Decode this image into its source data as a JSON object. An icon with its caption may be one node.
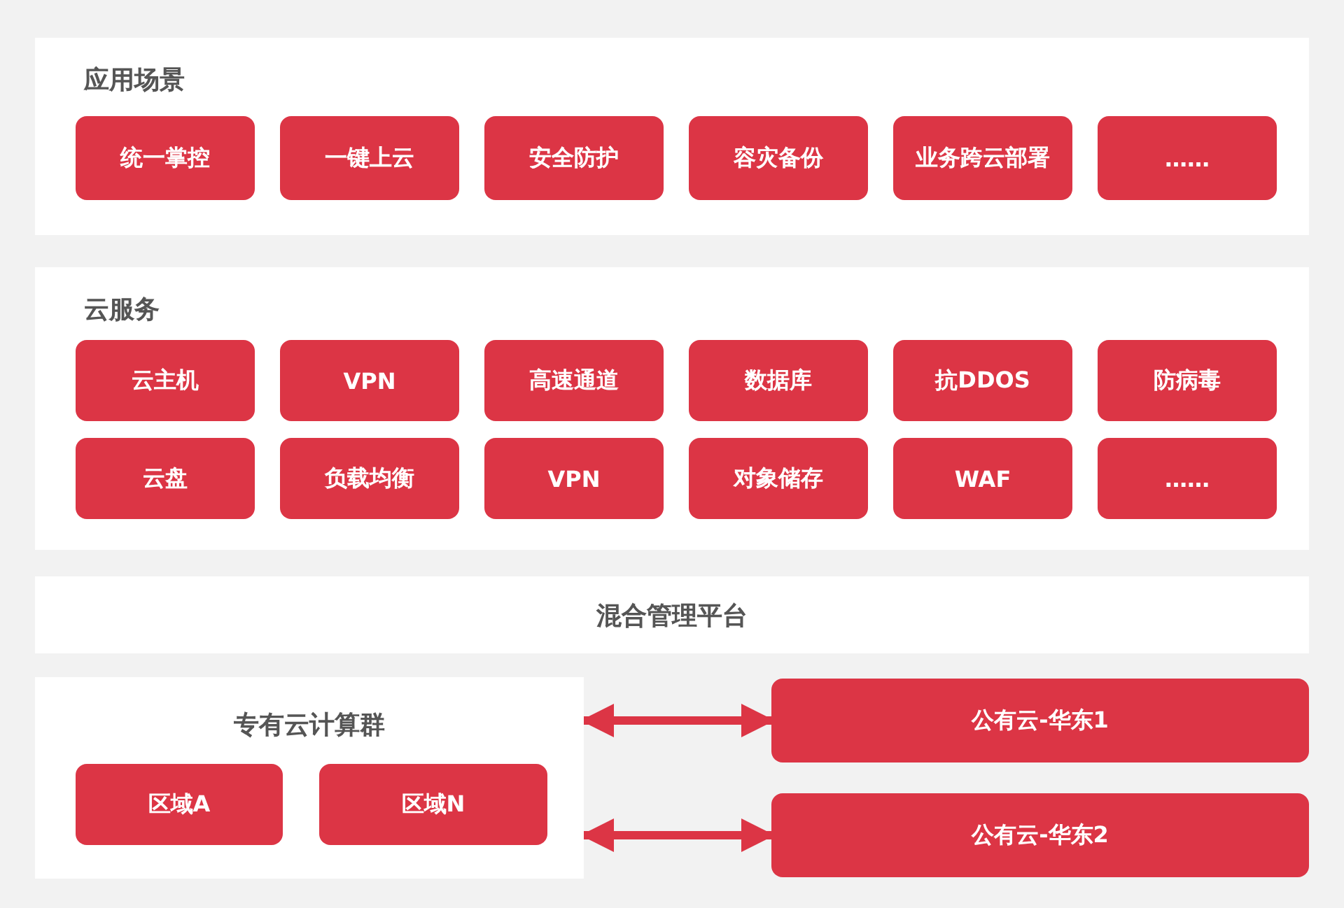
{
  "diagram": {
    "nodes": [
      {
        "text": [
          "应用场景"
        ]
      },
      {
        "text": [
          "统一掌控"
        ],
        "in": 0
      },
      {
        "text": [
          "一键上云"
        ],
        "in": 0
      },
      {
        "text": [
          "安全防护"
        ],
        "in": 0
      },
      {
        "text": [
          "容灾备份"
        ],
        "in": 0
      },
      {
        "text": [
          "业务跨云部署"
        ],
        "in": 0
      },
      {
        "text": [
          "……"
        ],
        "in": 0
      },
      {
        "text": [
          "云服务"
        ]
      },
      {
        "text": [
          "云主机"
        ],
        "in": 7
      },
      {
        "text": [
          "VPN"
        ],
        "in": 7
      },
      {
        "text": [
          "高速通道"
        ],
        "in": 7
      },
      {
        "text": [
          "数据库"
        ],
        "in": 7
      },
      {
        "text": [
          "抗DDOS"
        ],
        "in": 7
      },
      {
        "text": [
          "防病毒"
        ],
        "in": 7
      },
      {
        "text": [
          "云盘"
        ],
        "in": 7
      },
      {
        "text": [
          "负载均衡"
        ],
        "in": 7
      },
      {
        "text": [
          "VPN"
        ],
        "in": 7
      },
      {
        "text": [
          "对象储存"
        ],
        "in": 7
      },
      {
        "text": [
          "WAF"
        ],
        "in": 7
      },
      {
        "text": [
          "……"
        ],
        "in": 7
      },
      {
        "text": [
          "混合管理平台"
        ]
      },
      {
        "text": [
          "专有云计算群"
        ]
      },
      {
        "text": [
          "区域A"
        ],
        "in": 21
      },
      {
        "text": [
          "区域N"
        ],
        "in": 21
      },
      {
        "text": [
          "公有云-华东1"
        ]
      },
      {
        "text": [
          "公有云-华东2"
        ]
      }
    ],
    "edges": [
      {
        "from": 21,
        "to": 24,
        "arrow": "both"
      },
      {
        "from": 21,
        "to": 25,
        "arrow": "both"
      }
    ]
  }
}
